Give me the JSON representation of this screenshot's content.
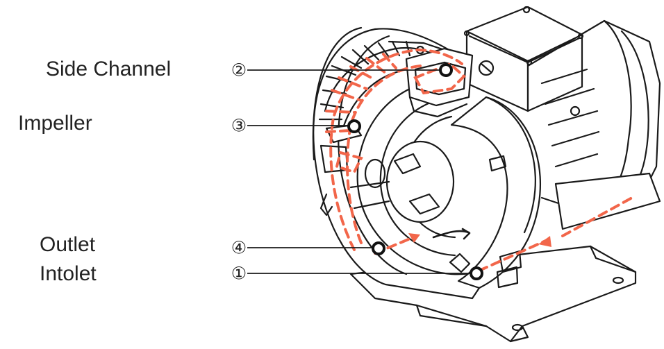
{
  "labels": {
    "side_channel": "Side Channel",
    "impeller": "Impeller",
    "outlet": "Outlet",
    "inlet": "Intolet"
  },
  "callouts": {
    "n2": "②",
    "n3": "③",
    "n4": "④",
    "n1": "①"
  },
  "colors": {
    "line": "#1a1a1a",
    "flow": "#f2664a",
    "marker": "#111111"
  }
}
